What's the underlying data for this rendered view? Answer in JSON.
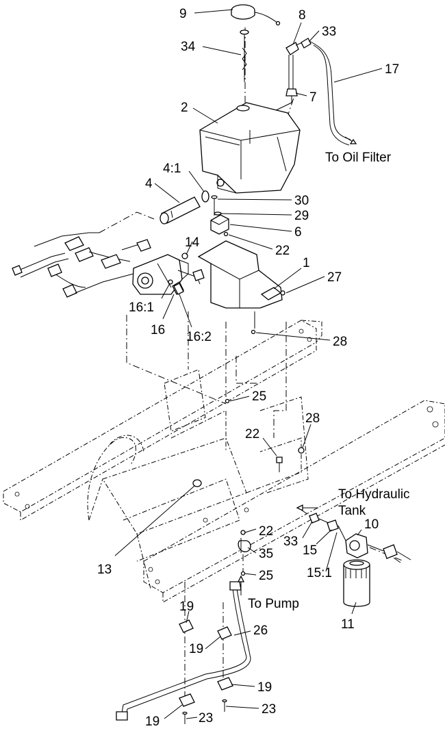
{
  "callouts": [
    {
      "id": "9",
      "text": "9"
    },
    {
      "id": "8",
      "text": "8"
    },
    {
      "id": "33a",
      "text": "33"
    },
    {
      "id": "34",
      "text": "34"
    },
    {
      "id": "17",
      "text": "17"
    },
    {
      "id": "7",
      "text": "7"
    },
    {
      "id": "2",
      "text": "2"
    },
    {
      "id": "4-1",
      "text": "4:1"
    },
    {
      "id": "4",
      "text": "4"
    },
    {
      "id": "30",
      "text": "30"
    },
    {
      "id": "29",
      "text": "29"
    },
    {
      "id": "6",
      "text": "6"
    },
    {
      "id": "14",
      "text": "14"
    },
    {
      "id": "22a",
      "text": "22"
    },
    {
      "id": "1",
      "text": "1"
    },
    {
      "id": "27",
      "text": "27"
    },
    {
      "id": "16-1",
      "text": "16:1"
    },
    {
      "id": "16",
      "text": "16"
    },
    {
      "id": "16-2",
      "text": "16:2"
    },
    {
      "id": "28a",
      "text": "28"
    },
    {
      "id": "25a",
      "text": "25"
    },
    {
      "id": "22b",
      "text": "22"
    },
    {
      "id": "28b",
      "text": "28"
    },
    {
      "id": "13",
      "text": "13"
    },
    {
      "id": "22c",
      "text": "22"
    },
    {
      "id": "33b",
      "text": "33"
    },
    {
      "id": "10",
      "text": "10"
    },
    {
      "id": "35",
      "text": "35"
    },
    {
      "id": "15",
      "text": "15"
    },
    {
      "id": "15-1",
      "text": "15:1"
    },
    {
      "id": "25b",
      "text": "25"
    },
    {
      "id": "11",
      "text": "11"
    },
    {
      "id": "19a",
      "text": "19"
    },
    {
      "id": "26",
      "text": "26"
    },
    {
      "id": "19b",
      "text": "19"
    },
    {
      "id": "19c",
      "text": "19"
    },
    {
      "id": "23a",
      "text": "23"
    },
    {
      "id": "19d",
      "text": "19"
    },
    {
      "id": "23b",
      "text": "23"
    }
  ],
  "notes": {
    "oil_filter": "To Oil Filter",
    "hydraulic_tank_line1": "To Hydraulic",
    "hydraulic_tank_line2": "Tank",
    "pump": "To Pump"
  }
}
